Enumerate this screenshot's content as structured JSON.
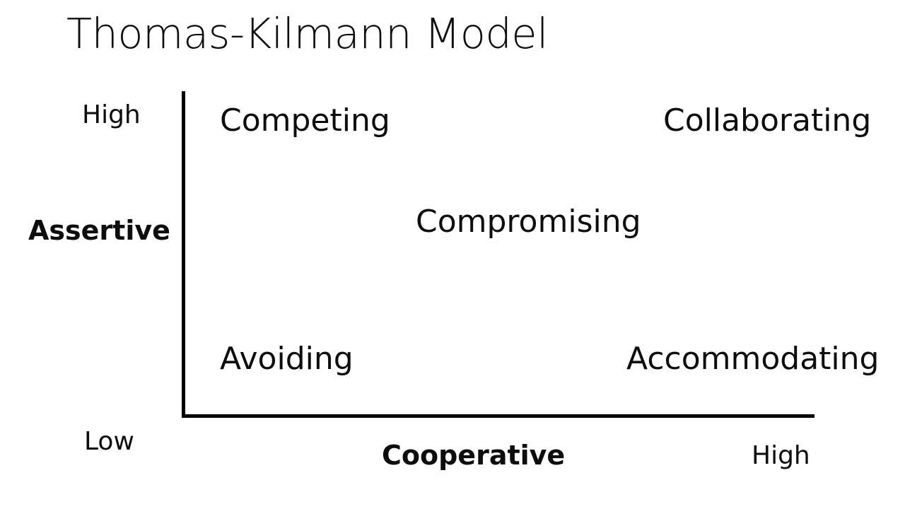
{
  "slide": {
    "title": "Thomas-Kilmann Model",
    "background_color": "#ffffff",
    "text_color": "#0d0d0d",
    "axis_color": "#000000"
  },
  "chart_data": {
    "type": "scatter",
    "title": "Thomas-Kilmann Model",
    "xlabel": "Cooperative",
    "ylabel": "Assertive",
    "x_tick_labels": [
      "Low",
      "High"
    ],
    "y_tick_labels": [
      "Low",
      "High"
    ],
    "xlim": [
      0,
      100
    ],
    "ylim": [
      0,
      100
    ],
    "grid": false,
    "legend": "none",
    "annotations": [
      {
        "label": "Competing",
        "x": 10,
        "y": 92
      },
      {
        "label": "Collaborating",
        "x": 88,
        "y": 92
      },
      {
        "label": "Compromising",
        "x": 50,
        "y": 58
      },
      {
        "label": "Avoiding",
        "x": 10,
        "y": 18
      },
      {
        "label": "Accommodating",
        "x": 85,
        "y": 18
      }
    ]
  },
  "axes": {
    "vertical": {
      "name": "Assertive",
      "high_label": "High",
      "low_label": "Low"
    },
    "horizontal": {
      "name": "Cooperative",
      "high_label": "High"
    }
  },
  "modes": {
    "competing": "Competing",
    "collaborating": "Collaborating",
    "compromising": "Compromising",
    "avoiding": "Avoiding",
    "accommodating": "Accommodating"
  }
}
